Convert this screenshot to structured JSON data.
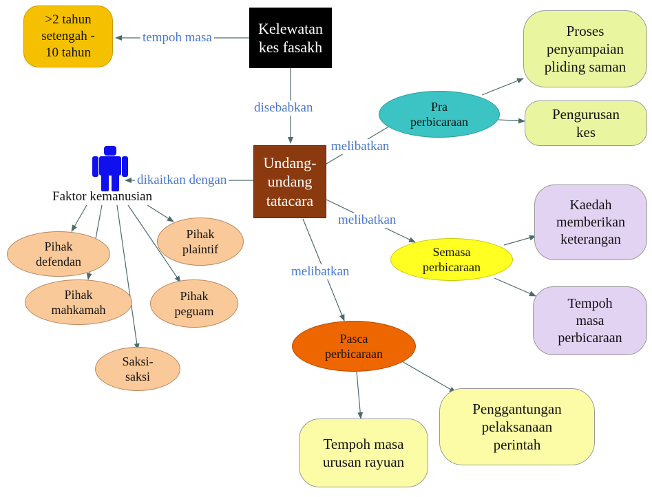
{
  "nodes": {
    "kelewatan": "Kelewatan\nkes fasakh",
    "tempoh_range": ">2 tahun\nsetengah -\n10 tahun",
    "undang": "Undang-\nundang\ntatacara",
    "faktor": "Faktor kemanusian",
    "pra": "Pra\nperbicaraan",
    "proses": "Proses\npenyampaian\npliding saman",
    "pengurusan": "Pengurusan\nkes",
    "semasa": "Semasa\nperbicaraan",
    "kaedah": "Kaedah\nmemberikan\nketerangan",
    "tempoh_masa": "Tempoh\nmasa\nperbicaraan",
    "pasca": "Pasca\nperbicaraan",
    "penggantungan": "Penggantungan\npelaksanaan\nperintah",
    "tempoh_rayuan": "Tempoh masa\nurusan rayuan",
    "defendan": "Pihak\ndefendan",
    "plaintif": "Pihak\nplaintif",
    "mahkamah": "Pihak\nmahkamah",
    "peguam": "Pihak\npeguam",
    "saksi": "Saksi-\nsaksi"
  },
  "links": {
    "tempoh_masa": "tempoh masa",
    "disebabkan": "disebabkan",
    "dikaitkan": "dikaitkan dengan",
    "melibatkan_1": "melibatkan",
    "melibatkan_2": "melibatkan",
    "melibatkan_3": "melibatkan"
  },
  "icons": {
    "person": "person-icon"
  },
  "colors": {
    "kelewatan": "#000000",
    "undang": "#8b3a0f",
    "tempoh_range": "#f5c000",
    "pra": "#3cc3c3",
    "green": "#eaf5a0",
    "semasa": "#ffff22",
    "purple": "#e3d3f3",
    "pasca": "#ee6600",
    "lightyellow": "#fdfca6",
    "peach": "#fac999",
    "person": "#1010ee",
    "link_text": "#4a78c9"
  }
}
